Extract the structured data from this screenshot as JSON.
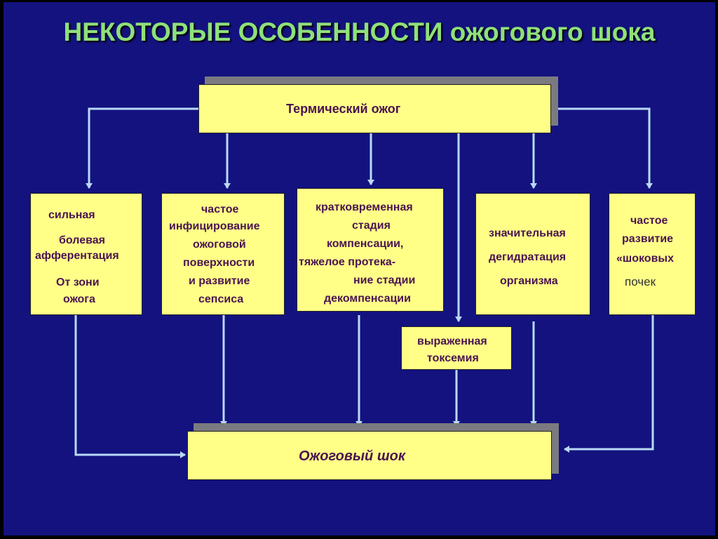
{
  "title": "НЕКОТОРЫЕ ОСОБЕННОСТИ ожогового шока",
  "colors": {
    "background": "#13127f",
    "title": "#8fe07a",
    "box_fill": "#ffff88",
    "box_text": "#4a1450",
    "arrow": "#b9d9f6"
  },
  "nodes": {
    "thermal_burn": "Термический ожог",
    "pain": [
      "сильная",
      "болевая",
      "афферентация",
      "От зони",
      "ожога"
    ],
    "sepsis": [
      "частое",
      "инфицирование",
      "ожоговой",
      "поверхности",
      "и развитие",
      "сепсиса"
    ],
    "compensation": [
      "кратковременная",
      "стадия",
      "компенсации,",
      "тяжелое протека-",
      "ние стадии",
      "декомпенсации"
    ],
    "dehydration": [
      "значительная",
      "дегидратация",
      "организма"
    ],
    "kidneys": [
      "частое",
      "развитие",
      "«шоковых",
      "почек"
    ],
    "toxemia": [
      "выраженная",
      "токсемия"
    ],
    "burn_shock": "Ожоговый шок"
  }
}
